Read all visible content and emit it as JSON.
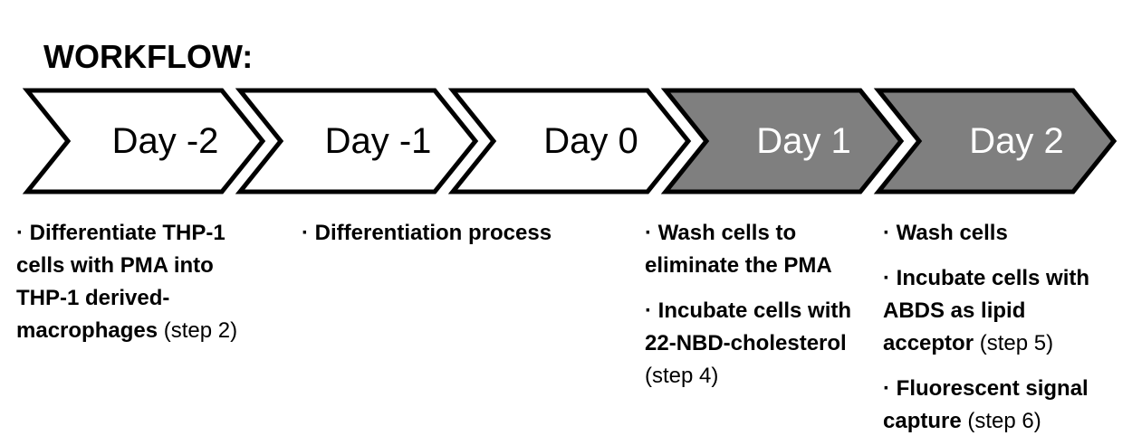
{
  "title": "WORKFLOW:",
  "colors": {
    "chevron_highlight": "#7f7f7f",
    "chevron_plain": "#ffffff",
    "outline": "#000000"
  },
  "steps": [
    {
      "label": "Day -2",
      "fill": "#ffffff",
      "highlighted": false
    },
    {
      "label": "Day -1",
      "fill": "#ffffff",
      "highlighted": false
    },
    {
      "label": "Day 0",
      "fill": "#ffffff",
      "highlighted": false
    },
    {
      "label": "Day 1",
      "fill": "#7f7f7f",
      "highlighted": true
    },
    {
      "label": "Day 2",
      "fill": "#7f7f7f",
      "highlighted": true
    }
  ],
  "columns": [
    {
      "for_step": "Day -2",
      "paragraphs": [
        {
          "bold": "· Differentiate THP-1 cells with PMA into THP-1 derived-macrophages",
          "normal": " (step 2)"
        }
      ]
    },
    {
      "for_step": "Day -1",
      "paragraphs": [
        {
          "bold": "· Differentiation process",
          "normal": ""
        }
      ]
    },
    {
      "for_step": "Day 1",
      "paragraphs": [
        {
          "bold": "· Wash cells to eliminate the PMA",
          "normal": ""
        },
        {
          "bold": "· Incubate cells with 22-NBD-cholesterol",
          "normal": " (step 4)"
        }
      ]
    },
    {
      "for_step": "Day 2",
      "paragraphs": [
        {
          "bold": "· Wash cells",
          "normal": ""
        },
        {
          "bold": "· Incubate cells with ABDS as lipid acceptor",
          "normal": " (step 5)"
        },
        {
          "bold": "· Fluorescent signal capture",
          "normal": " (step 6)"
        }
      ]
    }
  ]
}
